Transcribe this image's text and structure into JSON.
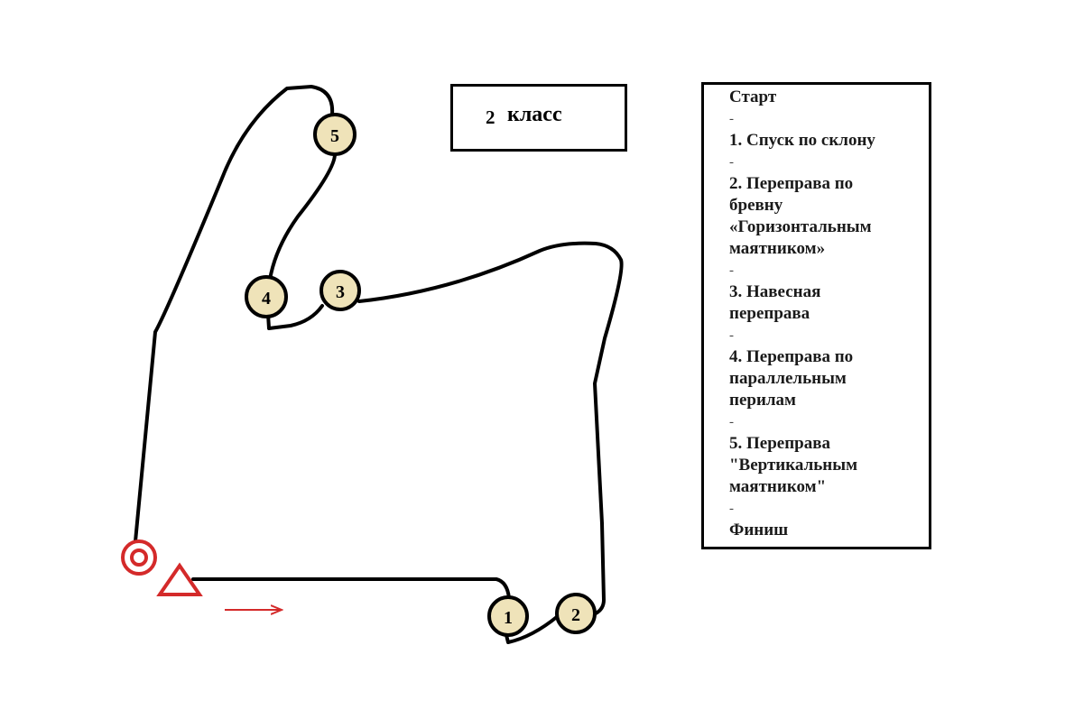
{
  "title": {
    "number": "2",
    "word": "класс"
  },
  "legend": [
    "Старт",
    "-",
    "1. Спуск по склону",
    "-",
    "2. Переправа по\nбревну\n«Горизонтальным\nмаятником»",
    "-",
    "3. Навесная\nпереправа",
    "-",
    "4. Переправа по\nпараллельным\nперилам",
    "-",
    "5. Переправа\n\"Вертикальным\nмаятником\"",
    "-",
    "Финиш"
  ],
  "stages": [
    "1",
    "2",
    "3",
    "4",
    "5"
  ],
  "colors": {
    "route": "#000000",
    "stage_fill": "#efe3b9",
    "start_finish": "#d42a2a",
    "arrow": "#d42a2a"
  }
}
